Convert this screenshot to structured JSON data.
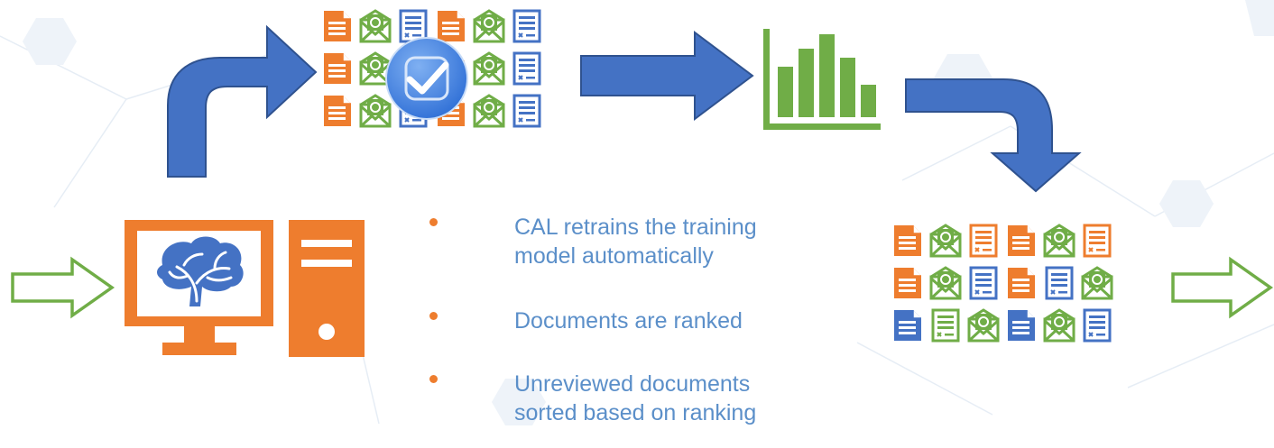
{
  "bullets": [
    {
      "text": "CAL retrains the training model automatically"
    },
    {
      "text": "Documents are ranked"
    },
    {
      "text": "Unreviewed documents sorted based on ranking"
    }
  ],
  "icons": {
    "computer": "computer-brain-icon",
    "tower": "pc-tower-icon",
    "check": "checkmark-badge-icon",
    "chart": "bar-chart-icon",
    "doc": "text-document-icon",
    "email": "email-icon",
    "form": "form-document-icon"
  },
  "colors": {
    "orange": "#ee7d2e",
    "green": "#70ad47",
    "blue": "#4472c4",
    "arrow_blue": "#4472c4",
    "arrow_outline": "#2f528f",
    "bullet_text": "#5b8fc9"
  },
  "reviewed_grid": [
    [
      "doc-orange",
      "email-green",
      "form-blue",
      "doc-orange",
      "email-green",
      "form-blue"
    ],
    [
      "doc-orange",
      "email-green",
      "form-blue",
      "doc-orange",
      "email-green",
      "form-blue"
    ],
    [
      "doc-orange",
      "email-green",
      "form-blue",
      "doc-orange",
      "email-green",
      "form-blue"
    ]
  ],
  "sorted_grid": [
    [
      "doc-orange",
      "email-green",
      "form-orange",
      "doc-orange",
      "email-green",
      "form-orange"
    ],
    [
      "doc-orange",
      "email-green",
      "form-blue",
      "doc-orange",
      "form-blue",
      "email-green"
    ],
    [
      "doc-blue",
      "form-green",
      "email-green",
      "doc-blue",
      "email-green",
      "form-blue"
    ]
  ]
}
